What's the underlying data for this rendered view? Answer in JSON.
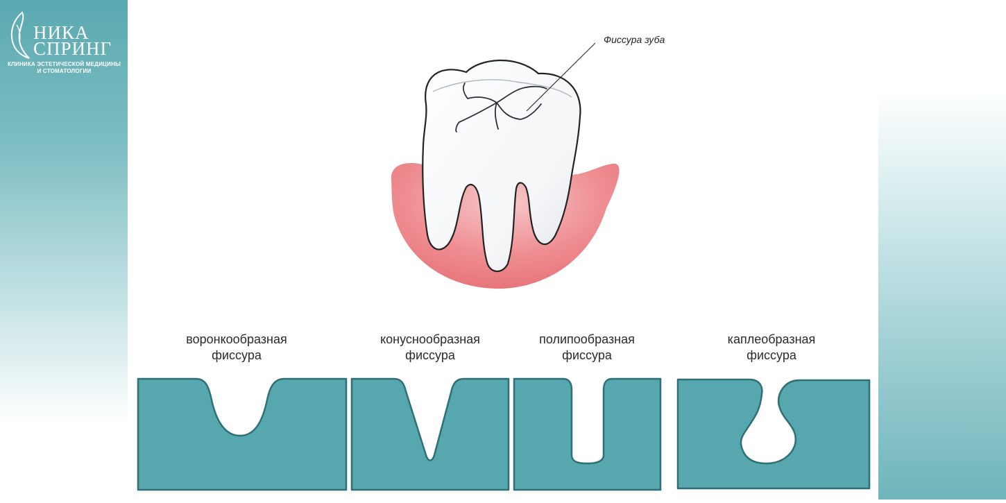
{
  "logo": {
    "line1": "НИКА",
    "line2": "СПРИНГ",
    "subtitle_line1": "КЛИНИКА ЭСТЕТИЧЕСКОЙ МЕДИЦИНЫ",
    "subtitle_line2": "И СТОМАТОЛОГИИ",
    "icon": "leaf-woman-logo-icon"
  },
  "tooth": {
    "callout_label": "Фиссура зуба"
  },
  "fissures": [
    {
      "label_line1": "воронкообразная",
      "label_line2": "фиссура"
    },
    {
      "label_line1": "конуснообразная",
      "label_line2": "фиссура"
    },
    {
      "label_line1": "полипообразная",
      "label_line2": "фиссура"
    },
    {
      "label_line1": "каплеобразная",
      "label_line2": "фиссура"
    }
  ],
  "colors": {
    "block_fill": "#56a8ae",
    "block_stroke": "#2f6f76",
    "gum": "#ee8b8f",
    "tooth_outline": "#222222"
  }
}
